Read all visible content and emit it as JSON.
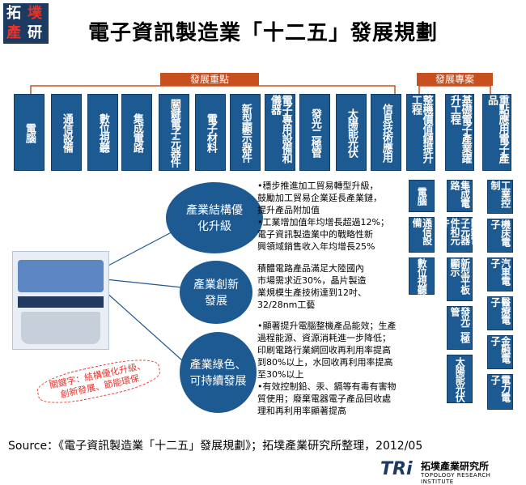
{
  "logo": {
    "line1": "拓",
    "line2": "墣",
    "line3": "產",
    "line4": "研"
  },
  "title": "電子資訊製造業「十二五」發展規劃",
  "section_focus": "發展重點",
  "section_special": "發展專案",
  "focus_items": [
    "電腦",
    "通信設備",
    "數位視聽",
    "集成電路",
    "關鍵電子元器件",
    "電子材料",
    "新型顯示器件",
    "電子專用設備和儀器",
    "發光二極管",
    "太陽能光伏",
    "信息技術應用"
  ],
  "special_items": [
    "整機價值鏈提升工程",
    "基礎電子產業躍升工程",
    "重點應用電子產品"
  ],
  "col1_tags": [
    "電腦",
    "通信設備",
    "數位視聽"
  ],
  "col2_tags": [
    "集成電路",
    "關鍵電子元器件和元件",
    "新型平板顯示",
    "發光二極管",
    "太陽能光伏"
  ],
  "col3_tags": [
    "工業控制",
    "機床電子",
    "汽車電子",
    "醫療電子",
    "金融電子",
    "電力電子"
  ],
  "ellipse1": "產業結構優化升級",
  "ellipse2": "產業創新發展",
  "ellipse3": "產業綠色、可持續發展",
  "text1": [
    "•穩步推進加工貿易轉型升級，",
    "鼓勵加工貿易企業延長產業鏈，",
    "提升產品附加值",
    "•工業增加值年均增長超過12%；",
    "電子資訊製造業中的戰略性新",
    "興領域銷售收入年均增長25%"
  ],
  "text2": [
    "積體電路產品滿足大陸國內",
    "市場需求近30%，晶片製造",
    "業規模生產技術達到12吋、",
    "32/28nm工藝"
  ],
  "text3": [
    "•顯著提升電腦整機產品能效；生產",
    "過程能源、資源消耗進一步降低；",
    "印刷電路行業網回收再利用率提高",
    "到80%以上，水回收再利用率提高",
    "至30%以上",
    "•有效控制鉛、汞、鎘等有毒有害物",
    "質使用；廢棄電器電子產品回收處",
    "理和再利用率顯著提高"
  ],
  "keywords": [
    "關鍵字：結構優化升級、",
    "創新發展、節能環保"
  ],
  "source": "Source：《電子資訊製造業「十二五」發展規劃》；拓墣產業研究所整理，2012/05",
  "footer_cn": "拓墣產業研究所",
  "footer_en": "TOPOLOGY RESEARCH INSTITUTE",
  "footer_mark": "TRi",
  "colors": {
    "blue": "#1e5a92",
    "orange": "#c8501f",
    "red": "#e6332a"
  }
}
